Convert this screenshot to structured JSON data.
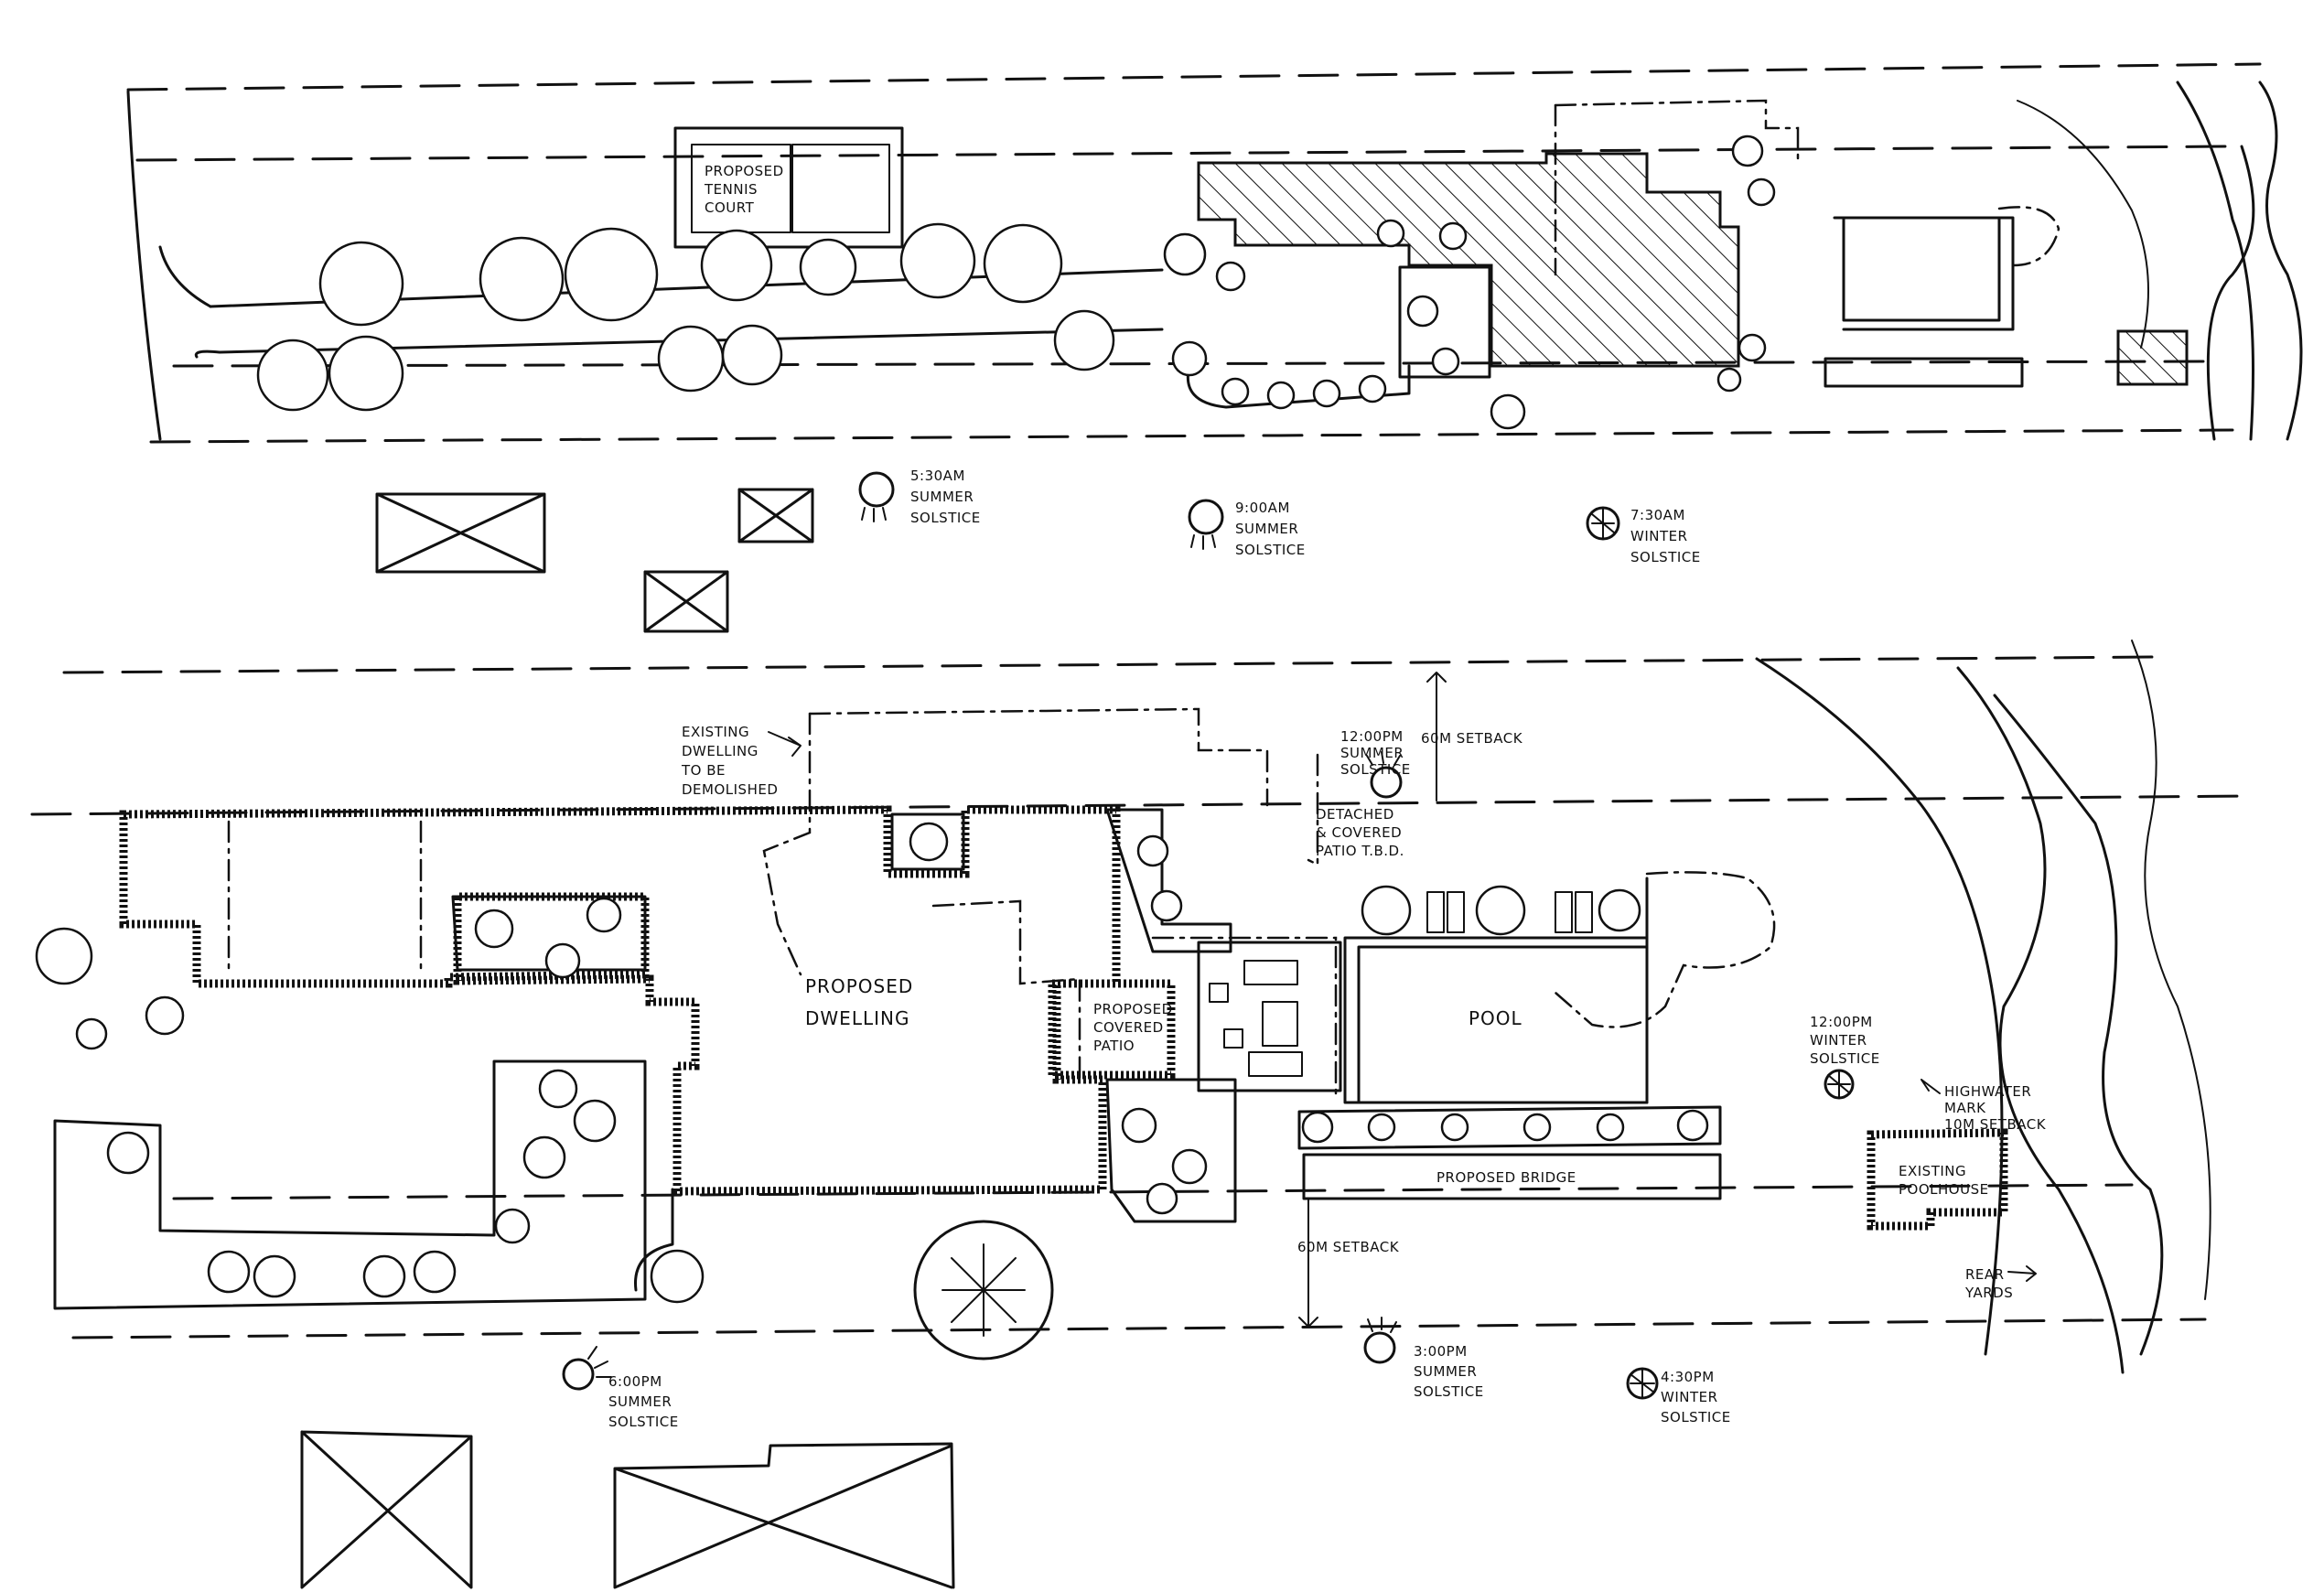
{
  "labels": {
    "tennis_court": [
      "PROPOSED",
      "TENNIS",
      "COURT"
    ],
    "sun_530am": [
      "5:30AM",
      "SUMMER",
      "SOLSTICE"
    ],
    "sun_900am": [
      "9:00AM",
      "SUMMER",
      "SOLSTICE"
    ],
    "sun_730am_winter": [
      "7:30AM",
      "WINTER",
      "SOLSTICE"
    ],
    "existing_dwelling": [
      "EXISTING",
      "DWELLING",
      "TO BE",
      "DEMOLISHED"
    ],
    "sun_1200pm_summer": [
      "12:00PM",
      "SUMMER",
      "SOLSTICE"
    ],
    "setback_top": "60M SETBACK",
    "detached_patio": [
      "DETACHED",
      "& COVERED",
      "PATIO T.B.D."
    ],
    "proposed_dwelling": [
      "PROPOSED",
      "DWELLING"
    ],
    "covered_patio": [
      "PROPOSED",
      "COVERED",
      "PATIO"
    ],
    "pool": "POOL",
    "sun_1200pm_winter": [
      "12:00PM",
      "WINTER",
      "SOLSTICE"
    ],
    "highwater": [
      "HIGHWATER",
      "MARK",
      "10M SETBACK"
    ],
    "existing_poolhouse": [
      "EXISTING",
      "POOLHOUSE"
    ],
    "proposed_bridge": "PROPOSED BRIDGE",
    "setback_bottom": "60M SETBACK",
    "rear_yard": [
      "REAR",
      "YARDS"
    ],
    "sun_600pm": [
      "6:00PM",
      "SUMMER",
      "SOLSTICE"
    ],
    "sun_300pm": [
      "3:00PM",
      "SUMMER",
      "SOLSTICE"
    ],
    "sun_430pm_winter": [
      "4:30PM",
      "WINTER",
      "SOLSTICE"
    ]
  }
}
